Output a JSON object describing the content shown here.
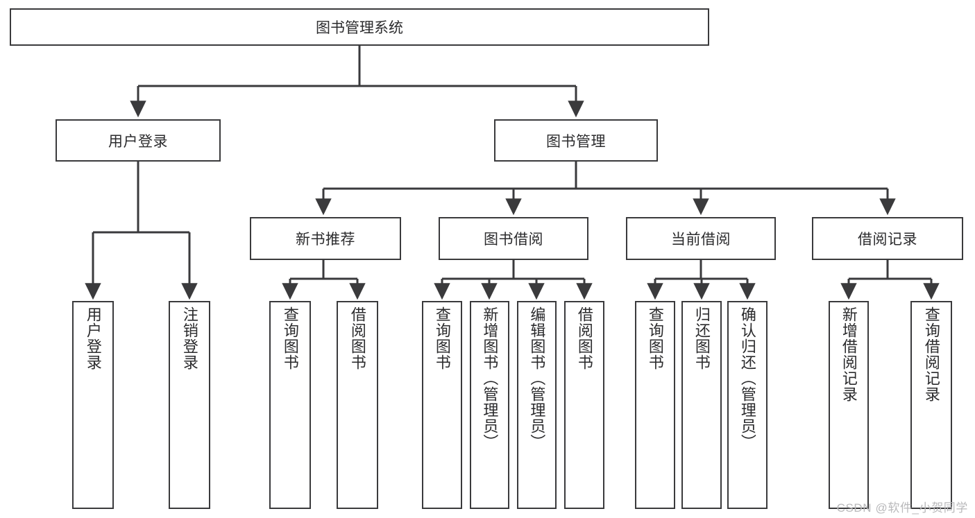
{
  "diagram": {
    "type": "tree-hierarchy",
    "title": "图书管理系统",
    "root": {
      "label": "图书管理系统"
    },
    "level1": [
      {
        "id": "user-login",
        "label": "用户登录"
      },
      {
        "id": "book-manage",
        "label": "图书管理"
      }
    ],
    "level2": [
      {
        "id": "new-book-rec",
        "label": "新书推荐",
        "parent": "book-manage"
      },
      {
        "id": "book-borrow",
        "label": "图书借阅",
        "parent": "book-manage"
      },
      {
        "id": "current-borrow",
        "label": "当前借阅",
        "parent": "book-manage"
      },
      {
        "id": "borrow-record",
        "label": "借阅记录",
        "parent": "book-manage"
      }
    ],
    "leaves": {
      "user-login": [
        {
          "id": "leaf-user-login",
          "label": "用户登录"
        },
        {
          "id": "leaf-logout",
          "label": "注销登录"
        }
      ],
      "new-book-rec": [
        {
          "id": "leaf-query-book-1",
          "label": "查询图书"
        },
        {
          "id": "leaf-borrow-book-1",
          "label": "借阅图书"
        }
      ],
      "book-borrow": [
        {
          "id": "leaf-query-book-2",
          "label": "查询图书"
        },
        {
          "id": "leaf-add-book",
          "label": "新增图书（管理员）"
        },
        {
          "id": "leaf-edit-book",
          "label": "编辑图书（管理员）"
        },
        {
          "id": "leaf-borrow-book-2",
          "label": "借阅图书"
        }
      ],
      "current-borrow": [
        {
          "id": "leaf-query-book-3",
          "label": "查询图书"
        },
        {
          "id": "leaf-return-book",
          "label": "归还图书"
        },
        {
          "id": "leaf-confirm-return",
          "label": "确认归还（管理员）"
        }
      ],
      "borrow-record": [
        {
          "id": "leaf-add-record",
          "label": "新增借阅记录"
        },
        {
          "id": "leaf-query-record",
          "label": "查询借阅记录"
        }
      ]
    },
    "colors": {
      "stroke": "#3a3a3c",
      "text": "#2b2b2d",
      "background": "#ffffff",
      "watermark": "#b9b9bb"
    }
  },
  "watermark": {
    "text": "CSDN @软件_小贺同学"
  }
}
